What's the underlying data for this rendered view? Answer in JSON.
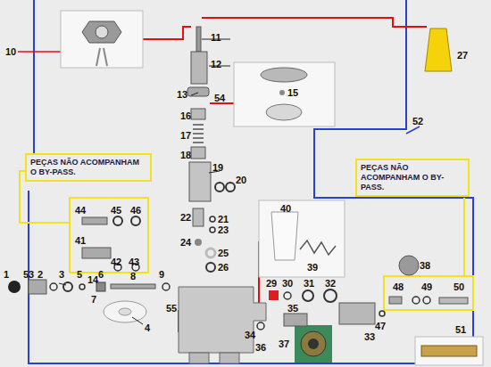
{
  "diagram": {
    "nodes": [
      {
        "text": [
          "PEÇAS NÃO ACOMPANHAM O BY-PASS."
        ]
      },
      {
        "text": [
          "PEÇAS NÃO ACOMPANHAM O BY-PASS."
        ]
      }
    ],
    "labels": [
      "10",
      "11",
      "27",
      "12",
      "13",
      "54",
      "15",
      "16",
      "17",
      "18",
      "19",
      "20",
      "22",
      "21",
      "23",
      "24",
      "25",
      "26",
      "44",
      "45",
      "46",
      "41",
      "42",
      "43",
      "40",
      "38",
      "39",
      "29",
      "30",
      "31",
      "32",
      "1",
      "53",
      "2",
      "3",
      "5",
      "14",
      "6",
      "7",
      "8",
      "9",
      "4",
      "55",
      "34",
      "36",
      "35",
      "37",
      "33",
      "47",
      "48",
      "49",
      "50",
      "51",
      "52"
    ]
  }
}
